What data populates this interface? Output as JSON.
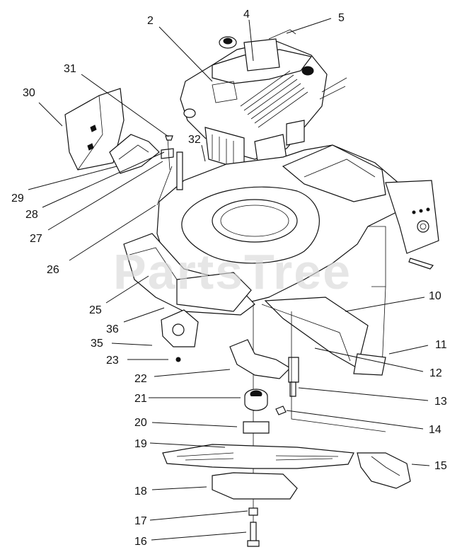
{
  "watermark": "PartsTree",
  "callouts": [
    {
      "id": "c2",
      "text": "2"
    },
    {
      "id": "c4",
      "text": "4"
    },
    {
      "id": "c5",
      "text": "5"
    },
    {
      "id": "c31",
      "text": "31"
    },
    {
      "id": "c30",
      "text": "30"
    },
    {
      "id": "c32",
      "text": "32"
    },
    {
      "id": "c29",
      "text": "29"
    },
    {
      "id": "c28",
      "text": "28"
    },
    {
      "id": "c27",
      "text": "27"
    },
    {
      "id": "c26",
      "text": "26"
    },
    {
      "id": "c25",
      "text": "25"
    },
    {
      "id": "c36",
      "text": "36"
    },
    {
      "id": "c35",
      "text": "35"
    },
    {
      "id": "c23",
      "text": "23"
    },
    {
      "id": "c22",
      "text": "22"
    },
    {
      "id": "c21",
      "text": "21"
    },
    {
      "id": "c20",
      "text": "20"
    },
    {
      "id": "c19",
      "text": "19"
    },
    {
      "id": "c18",
      "text": "18"
    },
    {
      "id": "c17",
      "text": "17"
    },
    {
      "id": "c16",
      "text": "16"
    },
    {
      "id": "c10",
      "text": "10"
    },
    {
      "id": "c11",
      "text": "11"
    },
    {
      "id": "c12",
      "text": "12"
    },
    {
      "id": "c13",
      "text": "13"
    },
    {
      "id": "c14",
      "text": "14"
    },
    {
      "id": "c15",
      "text": "15"
    }
  ]
}
